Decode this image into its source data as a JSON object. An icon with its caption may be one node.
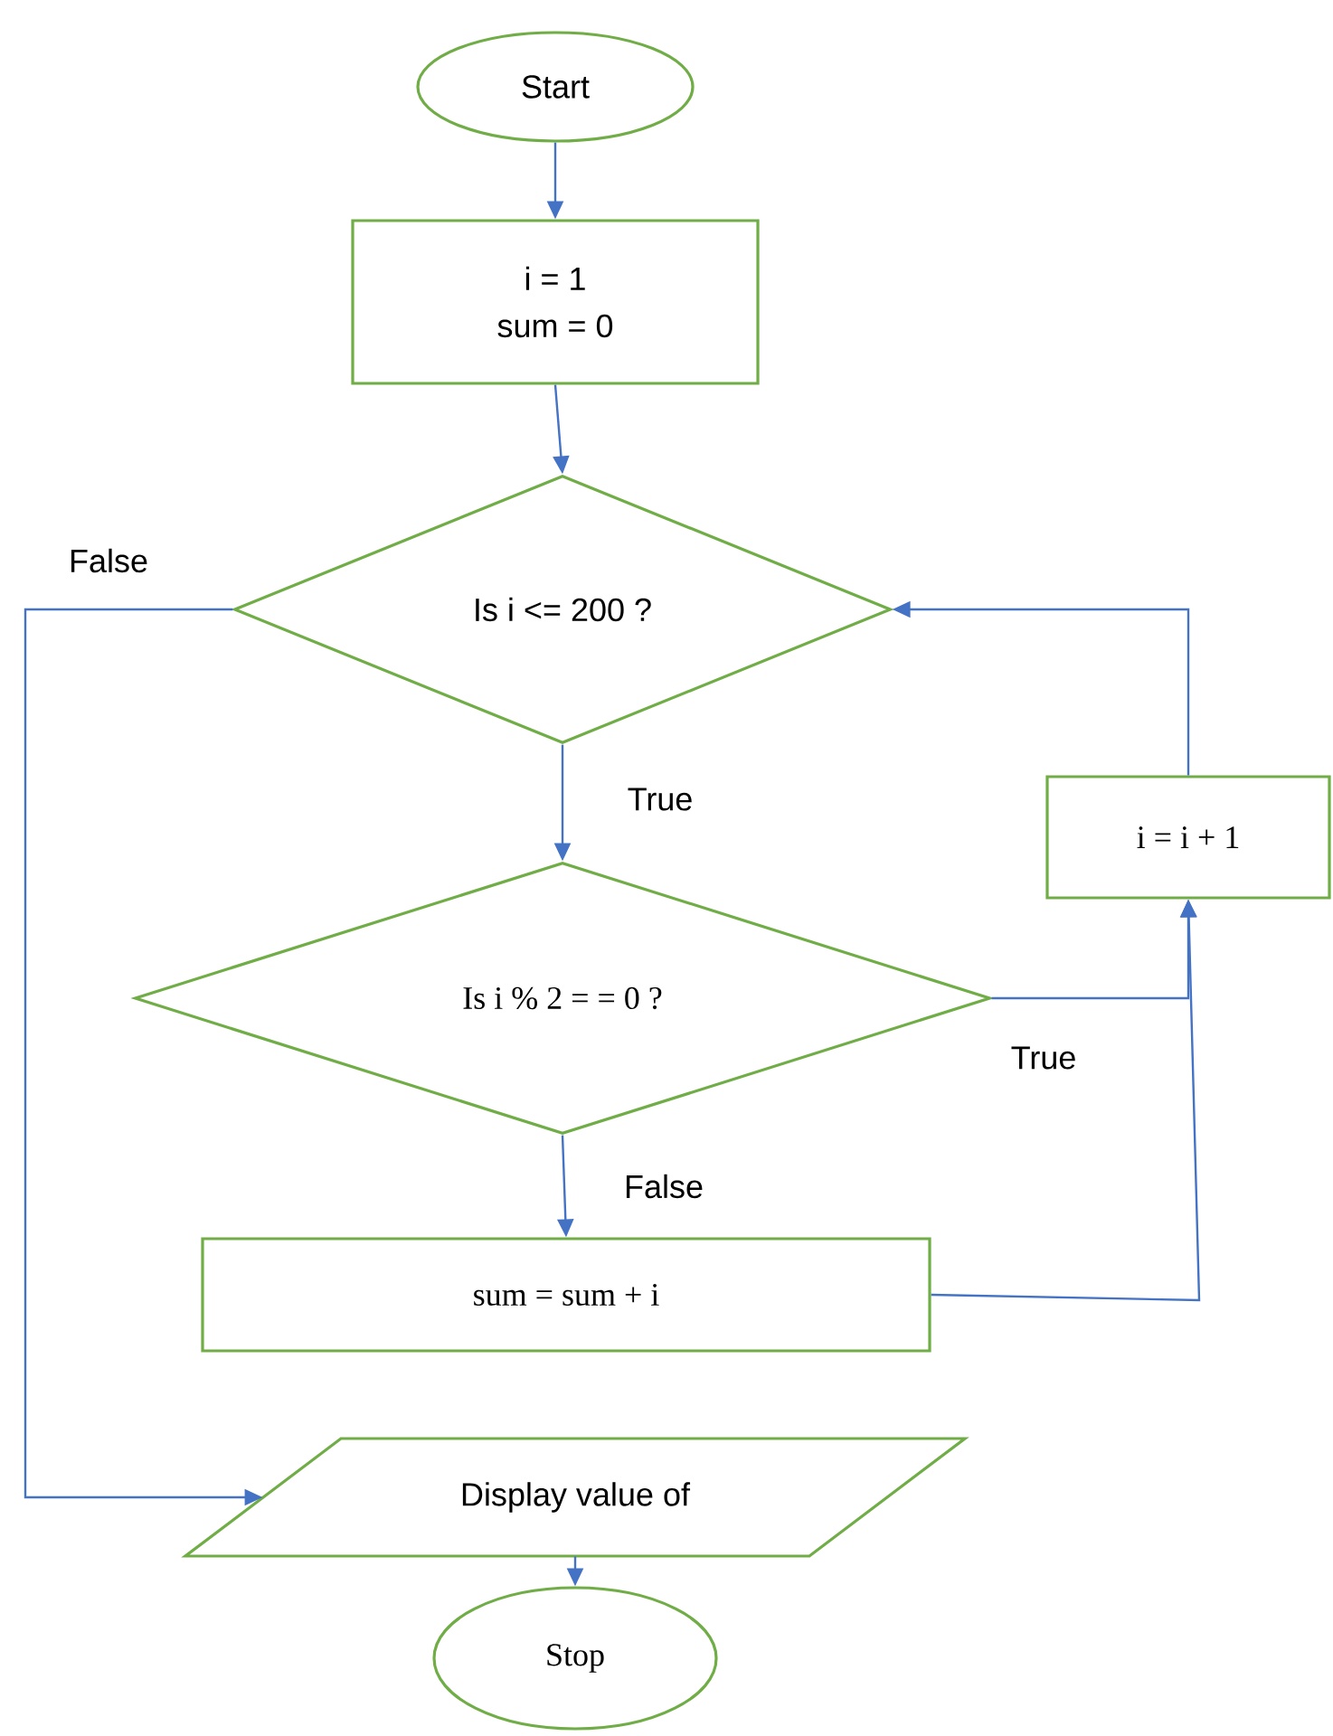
{
  "diagram": {
    "nodes": [
      {
        "text": [
          "Start"
        ]
      },
      {
        "text": [
          "i = 1",
          "sum = 0"
        ]
      },
      {
        "text": [
          "Is i <= 200 ?"
        ]
      },
      {
        "text": [
          "i = i + 1"
        ]
      },
      {
        "text": [
          "Is i % 2 = = 0 ?"
        ]
      },
      {
        "text": [
          "sum = sum + i"
        ]
      },
      {
        "text": [
          "Display value of"
        ]
      },
      {
        "text": [
          "Stop"
        ]
      }
    ],
    "edges": [
      {
        "from": 0,
        "to": 1,
        "arrow": "to"
      },
      {
        "from": 1,
        "to": 2,
        "arrow": "to"
      },
      {
        "from": 2,
        "to": 4,
        "arrow": "to",
        "label": "True"
      },
      {
        "from": 4,
        "to": 5,
        "arrow": "to",
        "label": "False"
      },
      {
        "from": 4,
        "to": 3,
        "arrow": "to",
        "label": "True"
      },
      {
        "from": 5,
        "to": 3,
        "arrow": "to"
      },
      {
        "from": 3,
        "to": 2,
        "arrow": "to"
      },
      {
        "from": 2,
        "to": 6,
        "arrow": "to",
        "label": "False"
      },
      {
        "from": 6,
        "to": 7,
        "arrow": "to"
      }
    ]
  }
}
